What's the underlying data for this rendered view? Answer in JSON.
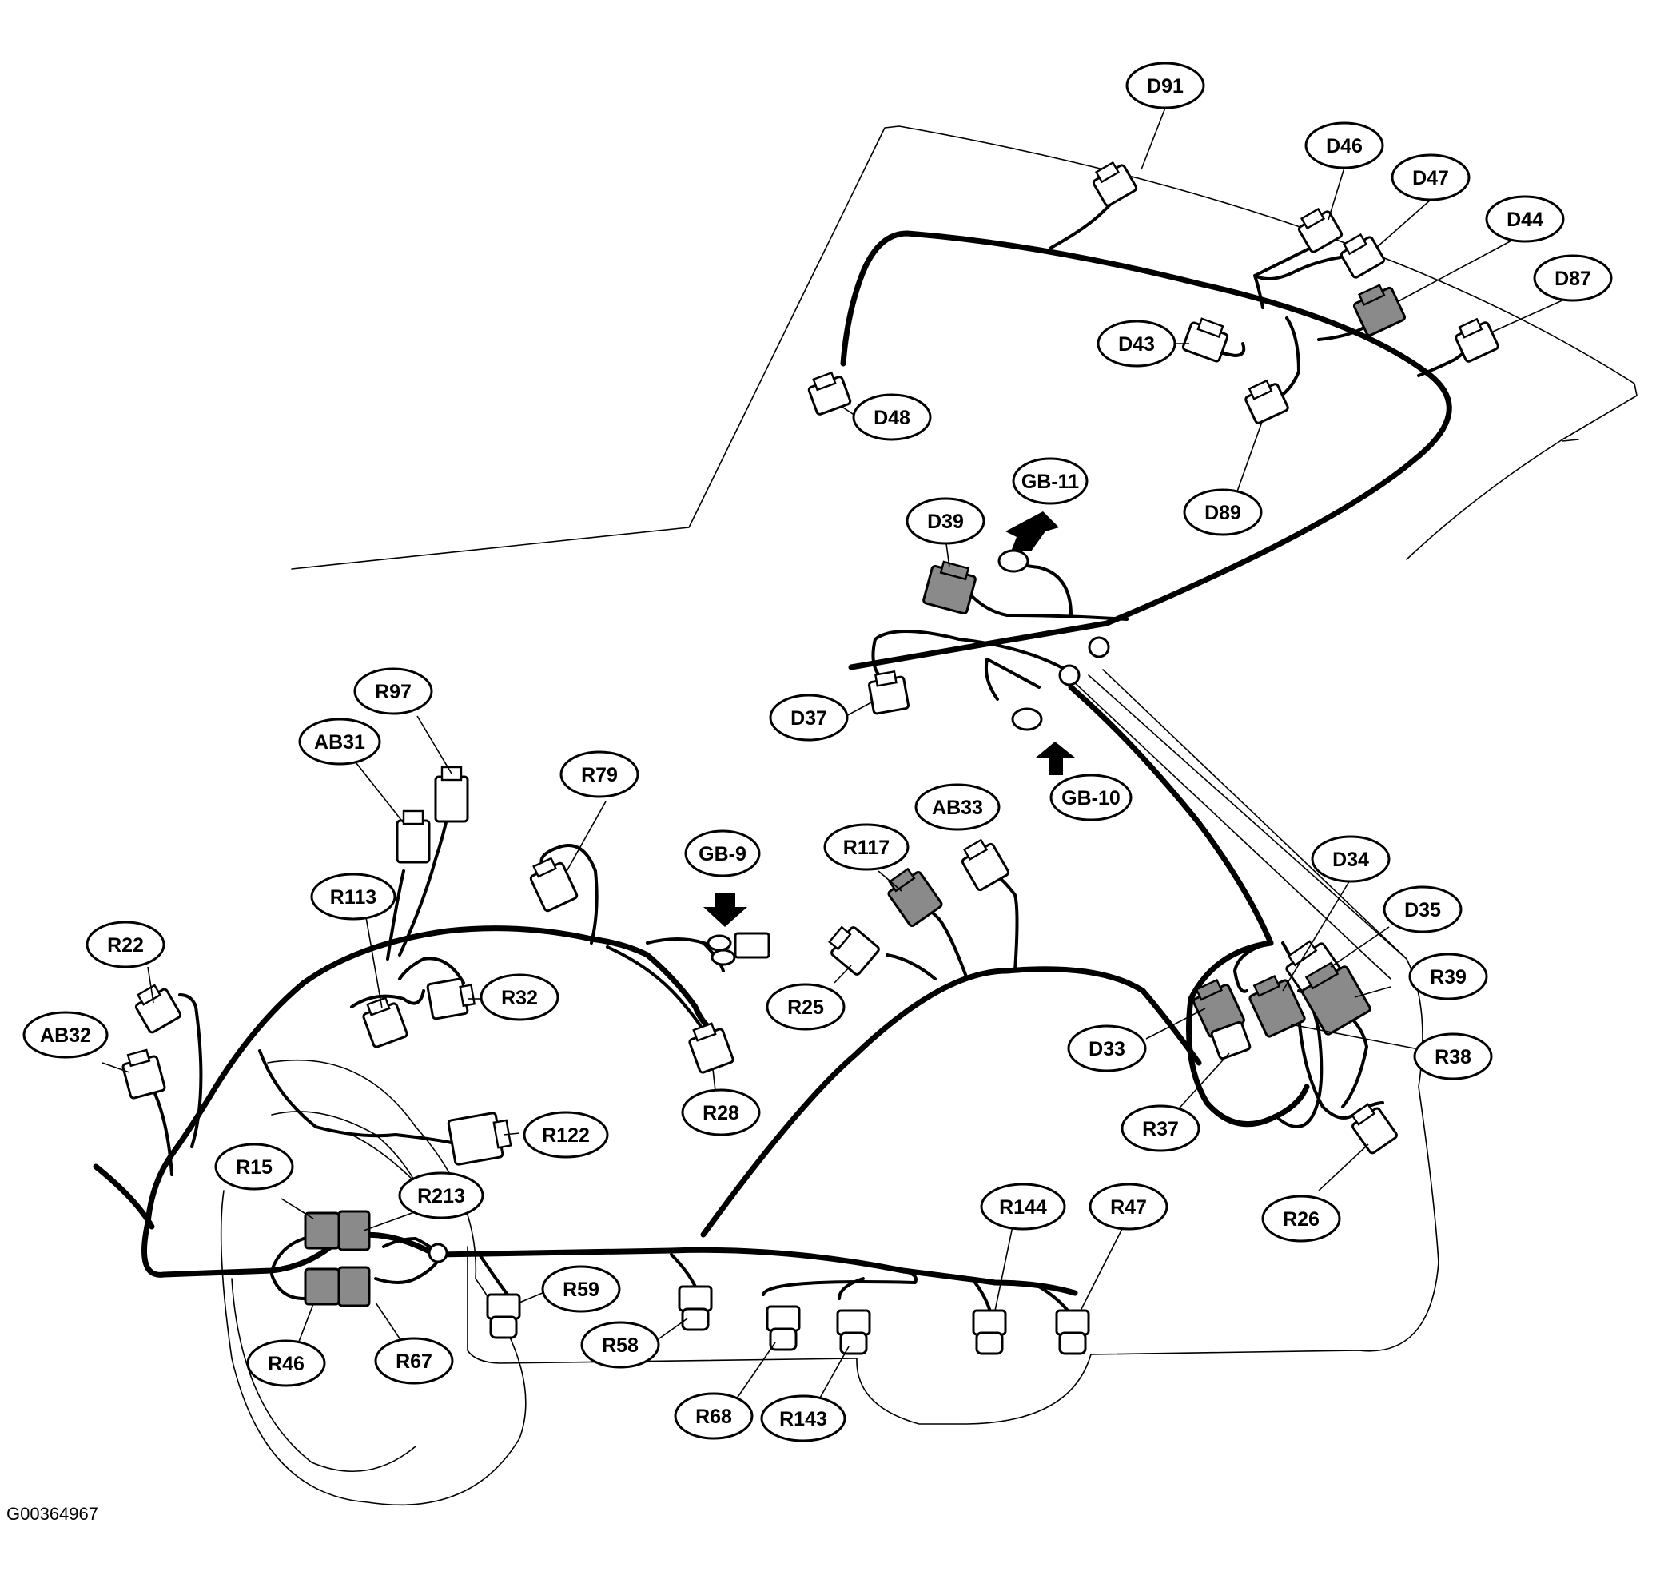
{
  "figure_code": "G00364967",
  "labels": {
    "D91": "D91",
    "D46": "D46",
    "D47": "D47",
    "D44": "D44",
    "D87": "D87",
    "D43": "D43",
    "D48": "D48",
    "D89": "D89",
    "GB11": "GB-11",
    "D39": "D39",
    "D37": "D37",
    "GB10": "GB-10",
    "R97": "R97",
    "AB31": "AB31",
    "R79": "R79",
    "GB9": "GB-9",
    "AB33": "AB33",
    "R117": "R117",
    "R113": "R113",
    "R22": "R22",
    "R32": "R32",
    "R25": "R25",
    "D34": "D34",
    "D35": "D35",
    "R39": "R39",
    "AB32": "AB32",
    "D33": "D33",
    "R38": "R38",
    "R28": "R28",
    "R122": "R122",
    "R37": "R37",
    "R15": "R15",
    "R213": "R213",
    "R144": "R144",
    "R47": "R47",
    "R26": "R26",
    "R59": "R59",
    "R58": "R58",
    "R46": "R46",
    "R67": "R67",
    "R68": "R68",
    "R143": "R143"
  },
  "connector_colors": {
    "plain": "#ffffff",
    "dark": "#8a8a8a"
  }
}
